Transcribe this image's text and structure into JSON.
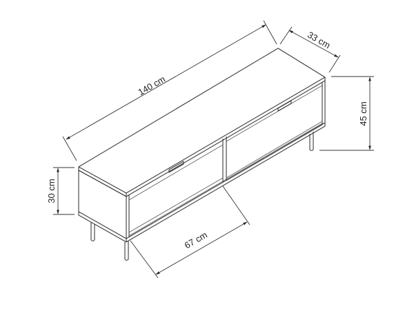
{
  "diagram": {
    "subject": "TV stand / low sideboard with two flip-down doors and four legs",
    "view": "isometric line drawing",
    "colors": {
      "line": "#3a3a3a",
      "background": "#ffffff",
      "text": "#222222"
    }
  },
  "dimensions": {
    "width": {
      "label": "140 cm",
      "value": 140,
      "unit": "cm"
    },
    "depth": {
      "label": "33 cm",
      "value": 33,
      "unit": "cm"
    },
    "total_height": {
      "label": "45 cm",
      "value": 45,
      "unit": "cm"
    },
    "body_height": {
      "label": "30 cm",
      "value": 30,
      "unit": "cm"
    },
    "compartment_width": {
      "label": "67 cm",
      "value": 67,
      "unit": "cm"
    }
  },
  "components": {
    "doors": 2,
    "handles": 2,
    "legs": 4,
    "divider": 1
  }
}
